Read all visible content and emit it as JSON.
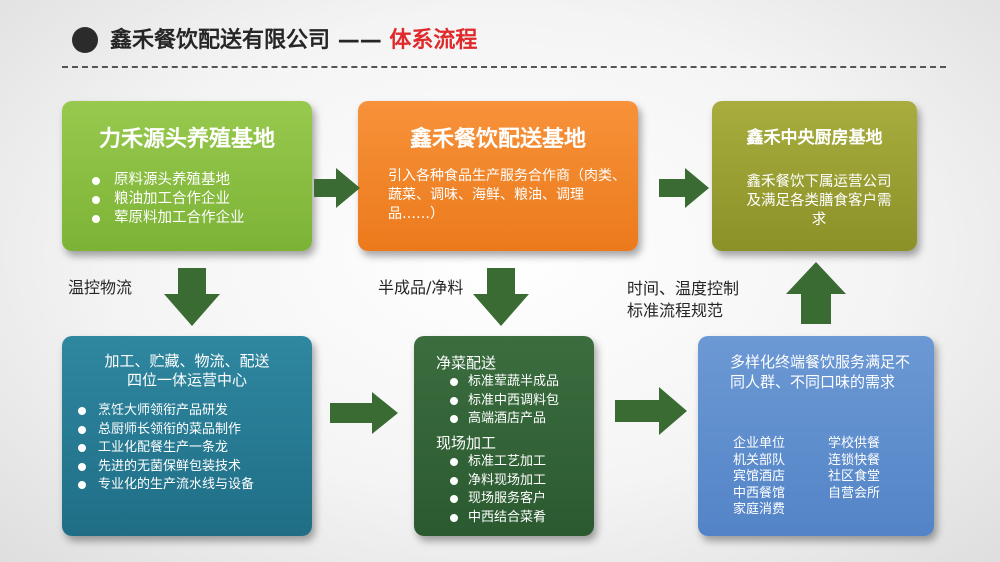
{
  "header": {
    "title_main": "鑫禾餐饮配送有限公司",
    "title_sep": "——",
    "title_accent": "体系流程"
  },
  "boxes": {
    "source_base": {
      "title": "力禾源头养殖基地",
      "items": [
        "原料源头养殖基地",
        "粮油加工合作企业",
        "荤原料加工合作企业"
      ]
    },
    "distribution_base": {
      "title": "鑫禾餐饮配送基地",
      "text": "引入各种食品生产服务合作商（肉类、蔬菜、调味、海鲜、粮油、调理品……）"
    },
    "central_kitchen": {
      "title": "鑫禾中央厨房基地",
      "text": "鑫禾餐饮下属运营公司及满足各类膳食客户需求"
    },
    "operations_center": {
      "heading_line1": "加工、贮藏、物流、配送",
      "heading_line2": "四位一体运营中心",
      "items": [
        "烹饪大师领衔产品研发",
        "总厨师长领衔的菜品制作",
        "工业化配餐生产一条龙",
        "先进的无菌保鲜包装技术",
        "专业化的生产流水线与设备"
      ]
    },
    "clean_veg": {
      "section1": "净菜配送",
      "items1": [
        "标准荤蔬半成品",
        "标准中西调料包",
        "高端酒店产品"
      ],
      "section2": "现场加工",
      "items2": [
        "标准工艺加工",
        "净料现场加工",
        "现场服务客户",
        "中西结合菜肴"
      ]
    },
    "terminal_service": {
      "heading": "多样化终端餐饮服务满足不同人群、不同口味的需求",
      "clients": [
        "企业单位",
        "学校供餐",
        "机关部队",
        "连锁快餐",
        "宾馆酒店",
        "社区食堂",
        "中西餐馆",
        "自营会所",
        "家庭消费"
      ]
    }
  },
  "labels": {
    "temp_logistics": "温控物流",
    "semi_finished": "半成品/净料",
    "time_temp_line1": "时间、温度控制",
    "time_temp_line2": "标准流程规范"
  },
  "colors": {
    "green": "#7cb336",
    "orange": "#ec7a1c",
    "olive": "#8b9128",
    "teal": "#1f6e86",
    "dark_green": "#2b5a30",
    "blue": "#5384c7",
    "arrow": "#3a6b33",
    "title_accent": "#e0292b"
  }
}
